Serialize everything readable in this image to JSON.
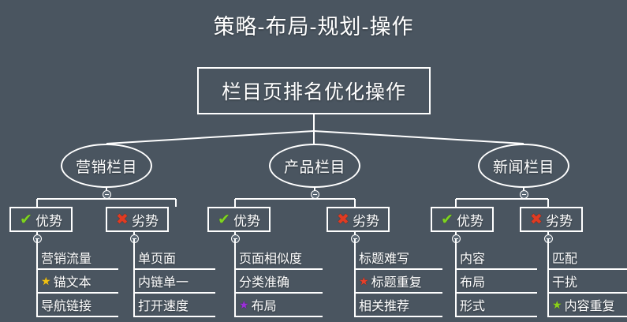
{
  "diagram": {
    "title": "策略-布局-规划-操作",
    "background_color": "#4a5560",
    "stroke_color": "#ffffff",
    "root": {
      "label": "栏目页排名优化操作"
    },
    "branches": [
      {
        "label": "营销栏目",
        "pros": {
          "label": "优势",
          "icon": "green-check-icon",
          "icon_color": "#7ed321",
          "items": [
            {
              "text": "营销流量",
              "marker": null,
              "marker_color": null
            },
            {
              "text": "锚文本",
              "marker": "star-icon",
              "marker_color": "#f2c313"
            },
            {
              "text": "导航链接",
              "marker": null,
              "marker_color": null
            }
          ]
        },
        "cons": {
          "label": "劣势",
          "icon": "red-cross-icon",
          "icon_color": "#e03b22",
          "items": [
            {
              "text": "单页面",
              "marker": null,
              "marker_color": null
            },
            {
              "text": "内链单一",
              "marker": null,
              "marker_color": null
            },
            {
              "text": "打开速度",
              "marker": null,
              "marker_color": null
            }
          ]
        }
      },
      {
        "label": "产品栏目",
        "pros": {
          "label": "优势",
          "icon": "green-check-icon",
          "icon_color": "#7ed321",
          "items": [
            {
              "text": "页面相似度",
              "marker": null,
              "marker_color": null
            },
            {
              "text": "分类准确",
              "marker": null,
              "marker_color": null
            },
            {
              "text": "布局",
              "marker": "star-icon",
              "marker_color": "#9b30d9"
            }
          ]
        },
        "cons": {
          "label": "劣势",
          "icon": "red-cross-icon",
          "icon_color": "#e03b22",
          "items": [
            {
              "text": "标题难写",
              "marker": null,
              "marker_color": null
            },
            {
              "text": "标题重复",
              "marker": "star-icon",
              "marker_color": "#e8402a"
            },
            {
              "text": "相关推荐",
              "marker": null,
              "marker_color": null
            }
          ]
        }
      },
      {
        "label": "新闻栏目",
        "pros": {
          "label": "优势",
          "icon": "green-check-icon",
          "icon_color": "#7ed321",
          "items": [
            {
              "text": "内容",
              "marker": null,
              "marker_color": null
            },
            {
              "text": "布局",
              "marker": null,
              "marker_color": null
            },
            {
              "text": "形式",
              "marker": null,
              "marker_color": null
            }
          ]
        },
        "cons": {
          "label": "劣势",
          "icon": "red-cross-icon",
          "icon_color": "#e03b22",
          "items": [
            {
              "text": "匹配",
              "marker": null,
              "marker_color": null
            },
            {
              "text": "干扰",
              "marker": null,
              "marker_color": null
            },
            {
              "text": "内容重复",
              "marker": "star-icon",
              "marker_color": "#8bd11b"
            }
          ]
        }
      }
    ],
    "icons": {
      "check_glyph": "✔",
      "cross_glyph": "✖",
      "star_glyph": "★",
      "collapse_glyph": "−"
    }
  }
}
